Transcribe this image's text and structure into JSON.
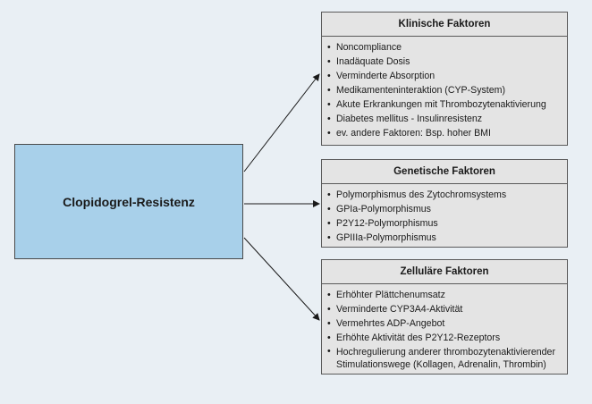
{
  "center": {
    "label": "Clopidogrel-Resistenz"
  },
  "boxes": [
    {
      "title": "Klinische Faktoren",
      "items": [
        "Noncompliance",
        "Inadäquate Dosis",
        "Verminderte Absorption",
        "Medikamenteninteraktion (CYP-System)",
        "Akute Erkrankungen mit Thrombozytenaktivierung",
        "Diabetes mellitus - Insulinresistenz",
        "ev. andere Faktoren: Bsp. hoher BMI"
      ]
    },
    {
      "title": "Genetische Faktoren",
      "items": [
        "Polymorphismus des Zytochromsystems",
        "GPIa-Polymorphismus",
        "P2Y12-Polymorphismus",
        "GPIIIa-Polymorphismus"
      ]
    },
    {
      "title": "Zelluläre Faktoren",
      "items": [
        "Erhöhter Plättchenumsatz",
        "Verminderte CYP3A4-Aktivität",
        "Vermehrtes ADP-Angebot",
        "Erhöhte Aktivität des P2Y12-Rezeptors",
        "Hochregulierung anderer thrombozytenaktivierender Stimulationswege (Kollagen, Adrenalin, Thrombin)"
      ]
    }
  ]
}
